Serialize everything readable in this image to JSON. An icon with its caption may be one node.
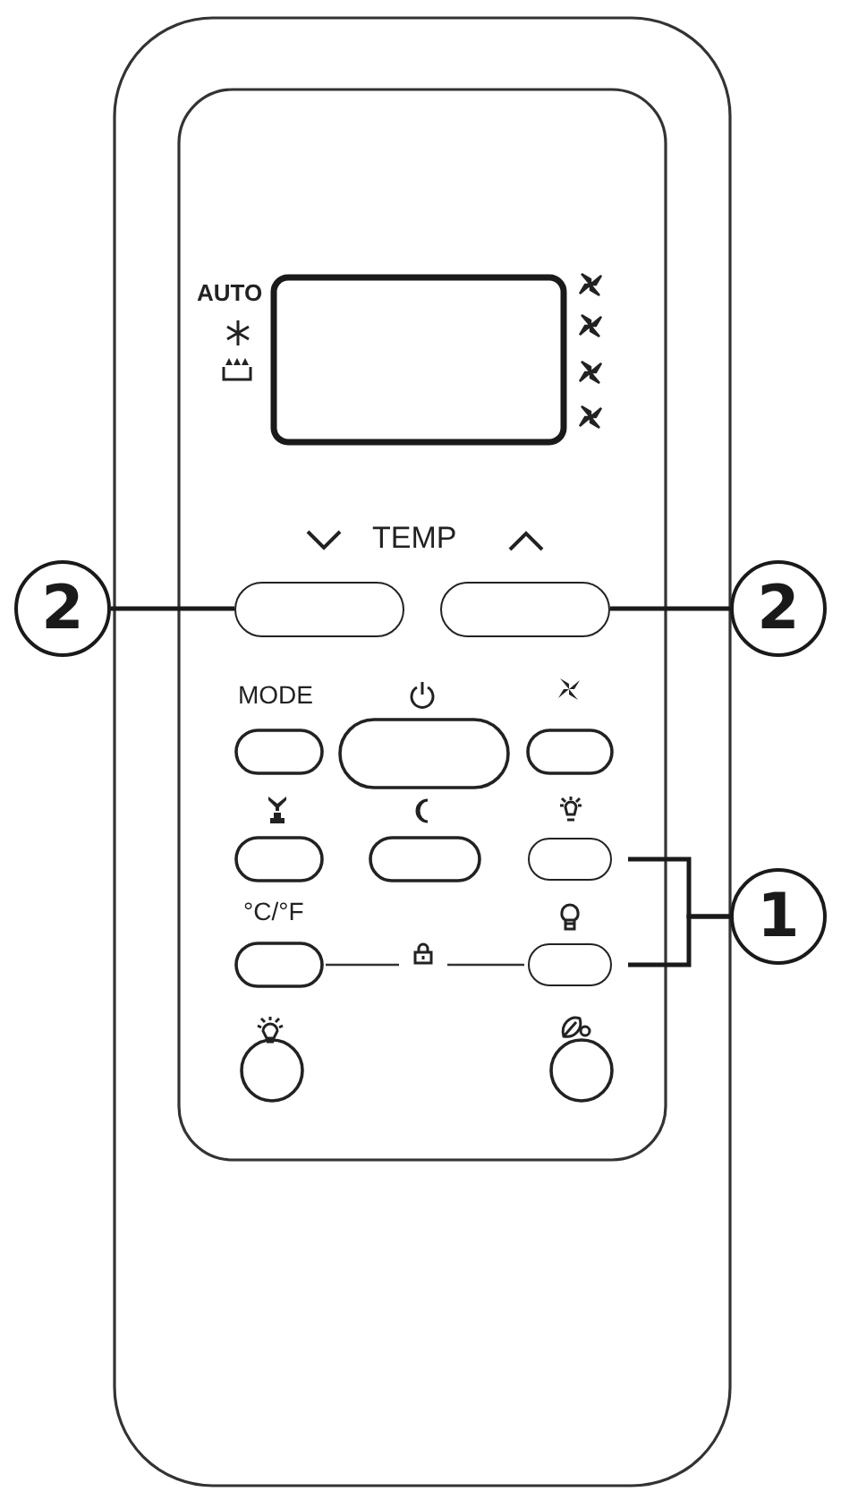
{
  "diagram": {
    "nodes": [
      {
        "text": [
          "2"
        ]
      },
      {
        "text": [
          "2"
        ]
      },
      {
        "text": [
          "1"
        ]
      },
      {
        "text": [],
        "shape": "box"
      },
      {
        "text": [],
        "shape": "box"
      },
      {
        "text": [],
        "shape": "box"
      },
      {
        "text": [],
        "shape": "box"
      }
    ],
    "edges": [
      {
        "from": 0,
        "to": 3,
        "arrow": "none"
      },
      {
        "from": 1,
        "to": 4,
        "arrow": "none"
      },
      {
        "from": 2,
        "to": 5,
        "arrow": "none"
      },
      {
        "from": 2,
        "to": 6,
        "arrow": "none"
      }
    ],
    "labels": [
      "AUTO",
      "TEMP",
      "MODE",
      "°C/°F"
    ]
  }
}
